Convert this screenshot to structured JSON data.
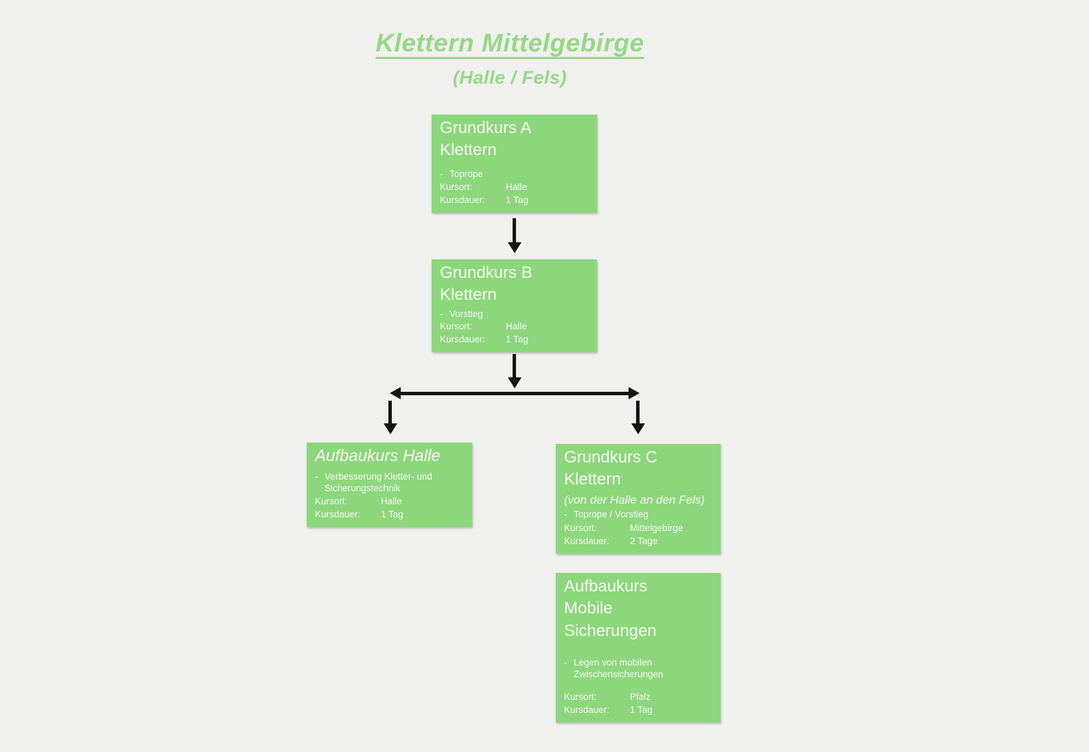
{
  "page": {
    "title": "Klettern Mittelgebirge",
    "subtitle": "(Halle / Fels)"
  },
  "labels": {
    "kursort": "Kursort:",
    "kursdauer": "Kursdauer:",
    "bullet_dash": "-"
  },
  "colors": {
    "background": "#f0f0ee",
    "box_green": "#8cd67b",
    "title_green": "#96d885",
    "arrow_black": "#141414",
    "box_text": "#f7f8f3"
  },
  "boxes": [
    {
      "id": "grundkurs-a-klettern",
      "title": "Grundkurs A\nKlettern",
      "bullets": [
        "Toprope"
      ],
      "kursort": "Halle",
      "kursdauer": "1 Tag"
    },
    {
      "id": "grundkurs-b-klettern",
      "title": "Grundkurs B\nKlettern",
      "bullets": [
        "Vorstieg"
      ],
      "kursort": "Halle",
      "kursdauer": "1 Tag"
    },
    {
      "id": "aufbaukurs-halle",
      "title": "Aufbaukurs Halle",
      "bullets": [
        "Verbesserung Kletter- und\nSicherungstechnik"
      ],
      "kursort": "Halle",
      "kursdauer": "1 Tag"
    },
    {
      "id": "grundkurs-c-klettern",
      "title": "Grundkurs C\nKlettern",
      "subtitle": "(von der Halle an den Fels)",
      "bullets": [
        "Toprope / Vorstieg"
      ],
      "kursort": "Mittelgebirge",
      "kursdauer": "2 Tage"
    },
    {
      "id": "aufbaukurs-mobile-sicherungen",
      "title": "Aufbaukurs\nMobile\nSicherungen",
      "bullets": [
        "Legen von mobilen\nZwischensicherungen"
      ],
      "kursort": "Pfalz",
      "kursdauer": "1 Tag"
    }
  ]
}
